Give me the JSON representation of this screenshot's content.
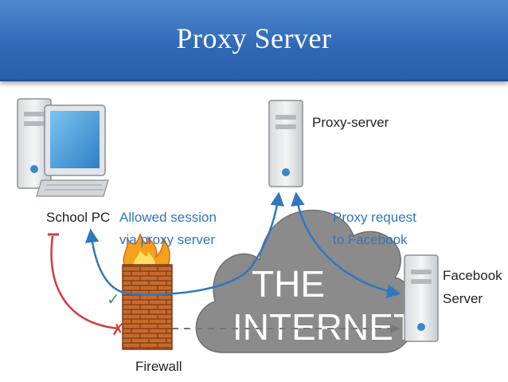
{
  "title": "Proxy Server",
  "nodes": {
    "school_pc": "School PC",
    "proxy_server": "Proxy-server",
    "facebook_server_line1": "Facebook",
    "facebook_server_line2": "Server",
    "firewall": "Firewall",
    "internet_line1": "THE",
    "internet_line2": "INTERNET"
  },
  "annotations": {
    "allowed_line1": "Allowed session",
    "allowed_line2": "via proxy server",
    "proxy_request_line1": "Proxy request",
    "proxy_request_line2": "to Facebook"
  },
  "colors": {
    "title_bar": "#3a74c2",
    "arrow_blue": "#2f78be",
    "arrow_red": "#d63a3a",
    "cloud": "#8b8b8b",
    "brick": "#c76a2c",
    "check": "#3aa53a"
  },
  "symbols": {
    "allowed_mark": "✓",
    "blocked_mark": "✗"
  }
}
